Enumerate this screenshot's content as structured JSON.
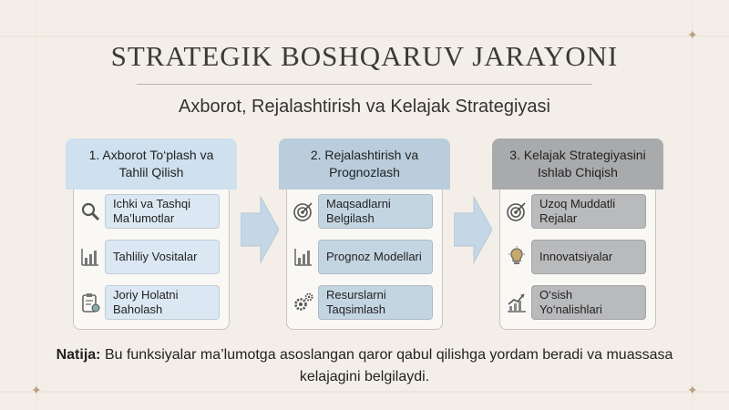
{
  "title": "STRATEGIK BOSHQARUV JARAYONI",
  "subtitle": "Axborot, Rejalashtirish va Kelajak Strategiyasi",
  "columns": [
    {
      "heading_line1": "1. Axborot To‘plash va",
      "heading_line2": "Tahlil Qilish",
      "head_color": "#cfe0ee",
      "item_color": "#dbe8f3",
      "items": [
        {
          "icon": "magnifier-icon",
          "line1": "Ichki va Tashqi",
          "line2": "Ma’lumotlar"
        },
        {
          "icon": "bar-chart-icon",
          "line1": "Tahliliy Vositalar",
          "line2": ""
        },
        {
          "icon": "clipboard-icon",
          "line1": "Joriy Holatni",
          "line2": "Baholash"
        }
      ]
    },
    {
      "heading_line1": "2. Rejalashtirish va",
      "heading_line2": "Prognozlash",
      "head_color": "#b9cddc",
      "item_color": "#c4d5e2",
      "items": [
        {
          "icon": "target-icon",
          "line1": "Maqsadlarni",
          "line2": "Belgilash"
        },
        {
          "icon": "bar-chart-icon",
          "line1": "Prognoz Modellari",
          "line2": ""
        },
        {
          "icon": "gears-icon",
          "line1": "Resurslarni",
          "line2": "Taqsimlash"
        }
      ]
    },
    {
      "heading_line1": "3. Kelajak Strategiyasini",
      "heading_line2": "Ishlab Chiqish",
      "head_color": "#a9aaac",
      "item_color": "#b9babc",
      "items": [
        {
          "icon": "target-icon",
          "line1": "Uzoq Muddatli",
          "line2": "Rejalar"
        },
        {
          "icon": "lightbulb-icon",
          "line1": "Innovatsiyalar",
          "line2": ""
        },
        {
          "icon": "growth-chart-icon",
          "line1": "O‘sish Yo‘nalishlari",
          "line2": ""
        }
      ]
    }
  ],
  "result": {
    "label": "Natija:",
    "text": " Bu funksiyalar ma’lumotga asoslangan qaror qabul qilishga yordam beradi va muassasa kelajagini belgilaydi."
  },
  "colors": {
    "background": "#f3efe8",
    "arrow": "#c5d7e6",
    "accent_star": "#b8a17a"
  }
}
